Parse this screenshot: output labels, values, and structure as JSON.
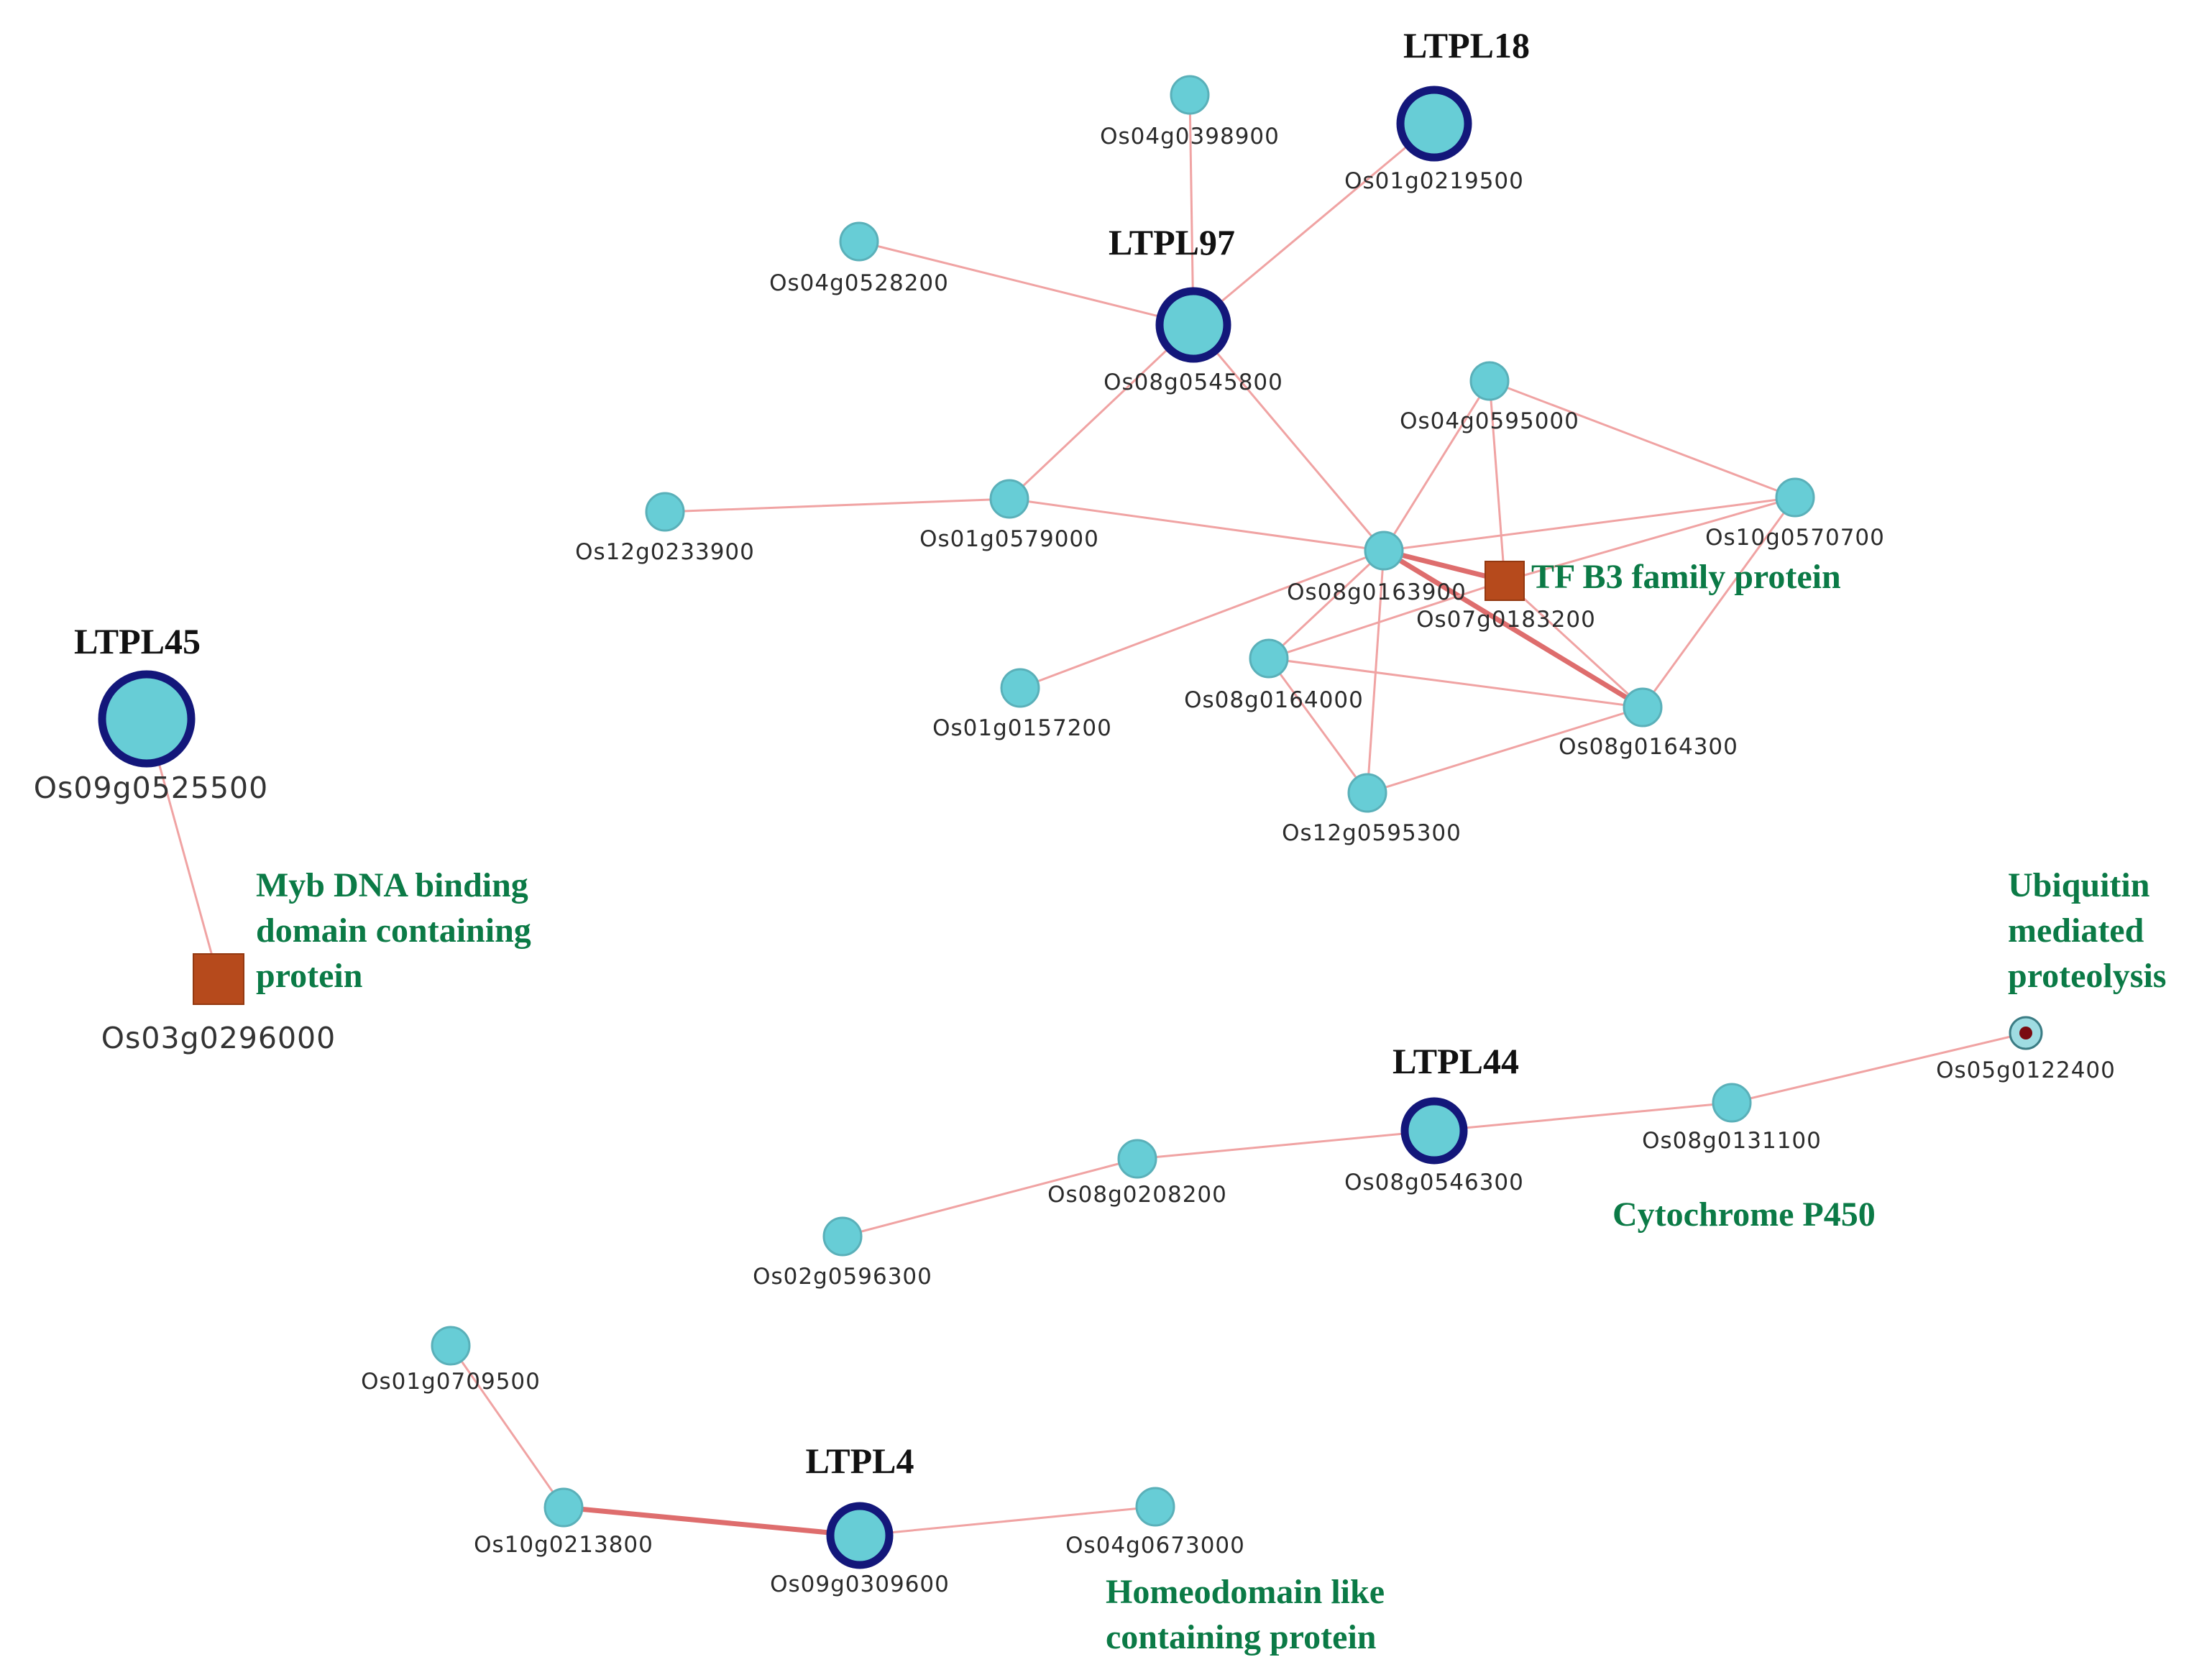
{
  "nodes": [
    {
      "id": "Os04g0398900",
      "label": "Os04g0398900",
      "type": "small"
    },
    {
      "id": "Os01g0219500",
      "label": "Os01g0219500",
      "type": "hub"
    },
    {
      "id": "Os04g0528200",
      "label": "Os04g0528200",
      "type": "small"
    },
    {
      "id": "Os08g0545800",
      "label": "Os08g0545800",
      "type": "hub"
    },
    {
      "id": "Os04g0595000",
      "label": "Os04g0595000",
      "type": "small"
    },
    {
      "id": "Os10g0570700",
      "label": "Os10g0570700",
      "type": "small"
    },
    {
      "id": "Os12g0233900",
      "label": "Os12g0233900",
      "type": "small"
    },
    {
      "id": "Os01g0579000",
      "label": "Os01g0579000",
      "type": "small"
    },
    {
      "id": "Os08g0163900",
      "label": "Os08g0163900",
      "type": "small"
    },
    {
      "id": "Os07g0183200",
      "label": "Os07g0183200",
      "type": "square"
    },
    {
      "id": "Os08g0164000",
      "label": "Os08g0164000",
      "type": "small"
    },
    {
      "id": "Os01g0157200",
      "label": "Os01g0157200",
      "type": "small"
    },
    {
      "id": "Os08g0164300",
      "label": "Os08g0164300",
      "type": "small"
    },
    {
      "id": "Os12g0595300",
      "label": "Os12g0595300",
      "type": "small"
    },
    {
      "id": "Os09g0525500",
      "label": "Os09g0525500",
      "type": "hub"
    },
    {
      "id": "Os03g0296000",
      "label": "Os03g0296000",
      "type": "square"
    },
    {
      "id": "Os05g0122400",
      "label": "Os05g0122400",
      "type": "ring"
    },
    {
      "id": "Os08g0131100",
      "label": "Os08g0131100",
      "type": "small"
    },
    {
      "id": "Os08g0546300",
      "label": "Os08g0546300",
      "type": "hub"
    },
    {
      "id": "Os08g0208200",
      "label": "Os08g0208200",
      "type": "small"
    },
    {
      "id": "Os02g0596300",
      "label": "Os02g0596300",
      "type": "small"
    },
    {
      "id": "Os01g0709500",
      "label": "Os01g0709500",
      "type": "small"
    },
    {
      "id": "Os10g0213800",
      "label": "Os10g0213800",
      "type": "small"
    },
    {
      "id": "Os09g0309600",
      "label": "Os09g0309600",
      "type": "hub"
    },
    {
      "id": "Os04g0673000",
      "label": "Os04g0673000",
      "type": "small"
    }
  ],
  "edges": [
    {
      "from": "Os04g0398900",
      "to": "Os08g0545800",
      "weight": "normal"
    },
    {
      "from": "Os01g0219500",
      "to": "Os08g0545800",
      "weight": "normal"
    },
    {
      "from": "Os04g0528200",
      "to": "Os08g0545800",
      "weight": "normal"
    },
    {
      "from": "Os08g0545800",
      "to": "Os01g0579000",
      "weight": "normal"
    },
    {
      "from": "Os08g0545800",
      "to": "Os08g0163900",
      "weight": "normal"
    },
    {
      "from": "Os12g0233900",
      "to": "Os01g0579000",
      "weight": "normal"
    },
    {
      "from": "Os01g0579000",
      "to": "Os08g0163900",
      "weight": "normal"
    },
    {
      "from": "Os04g0595000",
      "to": "Os08g0163900",
      "weight": "normal"
    },
    {
      "from": "Os04g0595000",
      "to": "Os07g0183200",
      "weight": "normal"
    },
    {
      "from": "Os04g0595000",
      "to": "Os10g0570700",
      "weight": "normal"
    },
    {
      "from": "Os10g0570700",
      "to": "Os08g0163900",
      "weight": "normal"
    },
    {
      "from": "Os10g0570700",
      "to": "Os07g0183200",
      "weight": "normal"
    },
    {
      "from": "Os10g0570700",
      "to": "Os08g0164300",
      "weight": "normal"
    },
    {
      "from": "Os08g0163900",
      "to": "Os07g0183200",
      "weight": "strong"
    },
    {
      "from": "Os08g0163900",
      "to": "Os08g0164300",
      "weight": "strong"
    },
    {
      "from": "Os08g0163900",
      "to": "Os08g0164000",
      "weight": "normal"
    },
    {
      "from": "Os08g0163900",
      "to": "Os01g0157200",
      "weight": "normal"
    },
    {
      "from": "Os08g0163900",
      "to": "Os12g0595300",
      "weight": "normal"
    },
    {
      "from": "Os07g0183200",
      "to": "Os08g0164000",
      "weight": "normal"
    },
    {
      "from": "Os07g0183200",
      "to": "Os08g0164300",
      "weight": "normal"
    },
    {
      "from": "Os08g0164000",
      "to": "Os08g0164300",
      "weight": "normal"
    },
    {
      "from": "Os08g0164000",
      "to": "Os12g0595300",
      "weight": "normal"
    },
    {
      "from": "Os12g0595300",
      "to": "Os08g0164300",
      "weight": "normal"
    },
    {
      "from": "Os09g0525500",
      "to": "Os03g0296000",
      "weight": "normal"
    },
    {
      "from": "Os02g0596300",
      "to": "Os08g0208200",
      "weight": "normal"
    },
    {
      "from": "Os08g0208200",
      "to": "Os08g0546300",
      "weight": "normal"
    },
    {
      "from": "Os08g0546300",
      "to": "Os08g0131100",
      "weight": "normal"
    },
    {
      "from": "Os08g0131100",
      "to": "Os05g0122400",
      "weight": "normal"
    },
    {
      "from": "Os01g0709500",
      "to": "Os10g0213800",
      "weight": "normal"
    },
    {
      "from": "Os10g0213800",
      "to": "Os09g0309600",
      "weight": "strong"
    },
    {
      "from": "Os09g0309600",
      "to": "Os04g0673000",
      "weight": "normal"
    }
  ],
  "ltpl_labels": [
    {
      "text": "LTPL18",
      "node": "Os01g0219500"
    },
    {
      "text": "LTPL97",
      "node": "Os08g0545800"
    },
    {
      "text": "LTPL45",
      "node": "Os09g0525500"
    },
    {
      "text": "LTPL44",
      "node": "Os08g0546300"
    },
    {
      "text": "LTPL4",
      "node": "Os09g0309600"
    }
  ],
  "annotations": [
    {
      "id": "tf-b3",
      "lines": [
        "TF B3 family protein"
      ]
    },
    {
      "id": "myb",
      "lines": [
        "Myb DNA binding",
        "domain containing",
        "protein"
      ]
    },
    {
      "id": "ubiquitin",
      "lines": [
        "Ubiquitin",
        "mediated",
        "proteolysis"
      ]
    },
    {
      "id": "cyp450",
      "lines": [
        "Cytochrome P450"
      ]
    },
    {
      "id": "homeodomain",
      "lines": [
        "Homeodomain like",
        "containing protein"
      ]
    }
  ],
  "colors": {
    "node_fill": "#67cdd6",
    "hub_border": "#13177a",
    "square_fill": "#b64a1c",
    "edge": "#f0a3a3",
    "edge_strong": "#de6d6d",
    "annotation_text": "#0b7a46"
  }
}
